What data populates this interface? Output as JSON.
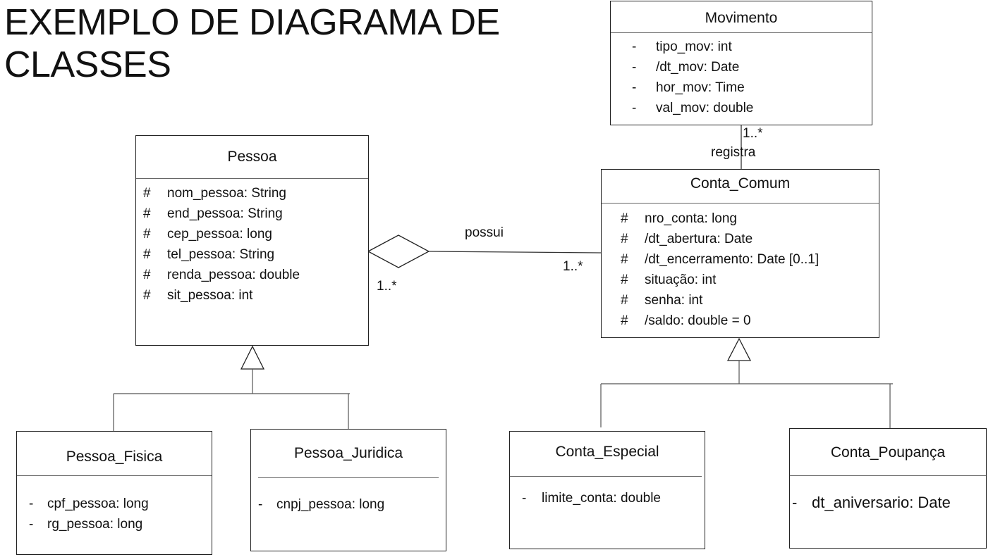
{
  "diagram": {
    "title_line1": "EXEMPLO DE DIAGRAMA DE",
    "title_line2": "CLASSES",
    "classes": {
      "movimento": {
        "name": "Movimento",
        "attributes": [
          {
            "vis": "-",
            "text": "tipo_mov: int"
          },
          {
            "vis": "-",
            "text": "/dt_mov: Date"
          },
          {
            "vis": "-",
            "text": "hor_mov: Time"
          },
          {
            "vis": "-",
            "text": "val_mov: double"
          }
        ]
      },
      "pessoa": {
        "name": "Pessoa",
        "attributes": [
          {
            "vis": "#",
            "text": "nom_pessoa: String"
          },
          {
            "vis": "#",
            "text": "end_pessoa: String"
          },
          {
            "vis": "#",
            "text": "cep_pessoa: long"
          },
          {
            "vis": "#",
            "text": "tel_pessoa: String"
          },
          {
            "vis": "#",
            "text": "renda_pessoa: double"
          },
          {
            "vis": "#",
            "text": "sit_pessoa: int"
          }
        ]
      },
      "conta_comum": {
        "name": "Conta_Comum",
        "attributes": [
          {
            "vis": "#",
            "text": "nro_conta: long"
          },
          {
            "vis": "#",
            "text": "/dt_abertura: Date"
          },
          {
            "vis": "#",
            "text": "/dt_encerramento: Date [0..1]"
          },
          {
            "vis": "#",
            "text": "situação: int"
          },
          {
            "vis": "#",
            "text": "senha: int"
          },
          {
            "vis": "#",
            "text": "/saldo: double = 0"
          }
        ]
      },
      "pessoa_fisica": {
        "name": "Pessoa_Fisica",
        "attributes": [
          {
            "vis": "-",
            "text": "cpf_pessoa: long"
          },
          {
            "vis": "-",
            "text": "rg_pessoa: long"
          }
        ]
      },
      "pessoa_juridica": {
        "name": "Pessoa_Juridica",
        "attributes": [
          {
            "vis": "-",
            "text": "cnpj_pessoa: long"
          }
        ]
      },
      "conta_especial": {
        "name": "Conta_Especial",
        "attributes": [
          {
            "vis": "-",
            "text": "limite_conta: double"
          }
        ]
      },
      "conta_poupanca": {
        "name": "Conta_Poupança",
        "attributes": [
          {
            "vis": "-",
            "text": "dt_aniversario: Date"
          }
        ]
      }
    },
    "associations": {
      "possui": {
        "label": "possui",
        "mult_pessoa": "1..*",
        "mult_conta": "1..*"
      },
      "registra": {
        "label": "registra",
        "mult_movimento": "1..*"
      }
    }
  }
}
